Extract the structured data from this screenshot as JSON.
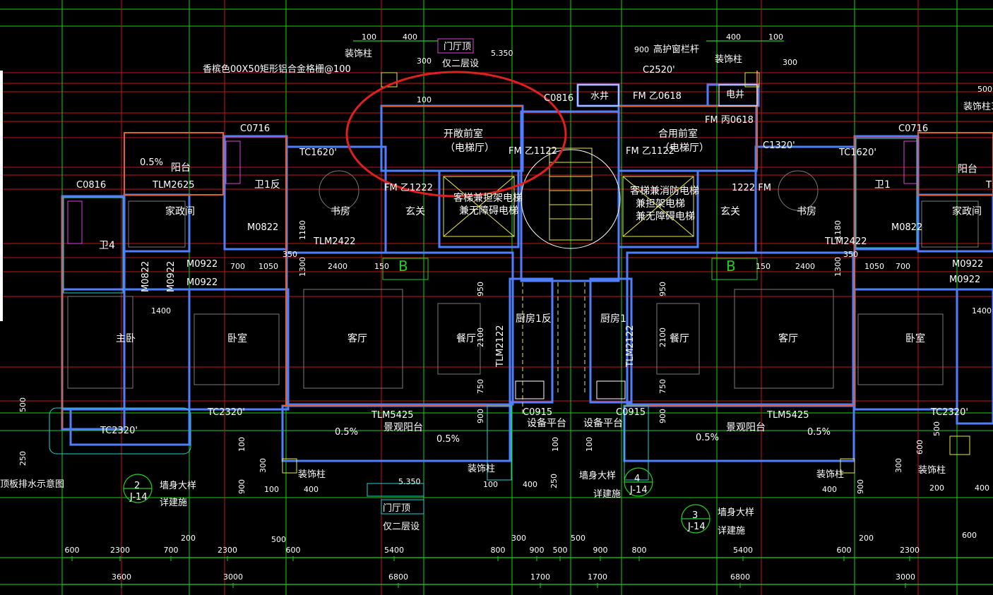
{
  "colors": {
    "background": "#000000",
    "wall_outline": "#4f7fff",
    "grid_green": "#16d016",
    "grid_red": "#c81414",
    "dimension_text": "#ffffff",
    "label_yellow": "#ffff66",
    "annotation_red": "#e02020",
    "elevator_box": "#ffff66"
  },
  "top_labels": {
    "dim_100_a": "100",
    "dim_400_a": "400",
    "decor_column_tl": "装饰柱",
    "canopy_top": "门厅顶",
    "level_top": "5.350",
    "second_floor_only_top": "仅二层设",
    "dim_300_top": "300",
    "material_note": "香槟色00X50",
    "grille_note": "矩形铝合金格栅@100",
    "dim_100_b": "100",
    "c0816_top": "C0816",
    "water_well": "水井",
    "fm_z0618": "FM 乙0618",
    "guard_rail_900": "900",
    "guard_rail": "高护窗栏杆",
    "window_c2520": "C2520'",
    "dim_400_b": "400",
    "dim_100_c": "100",
    "decor_column_tr": "装饰柱",
    "dim_300_tr": "300",
    "electric_well": "电井",
    "fm_c0618": "FM 丙0618",
    "c1320": "C1320'",
    "dim_500_r": "500",
    "decor_column_r": "装饰柱3"
  },
  "rooms": {
    "open_lobby": "开敞前室",
    "open_lobby_sub": "（电梯厅）",
    "shared_lobby": "合用前室",
    "shared_lobby_sub": "（电梯厅）",
    "fm_z1122_l": "FM 乙1122",
    "fm_z1122_r": "FM 乙1122",
    "fm_z1222_l": "FM 乙1222",
    "fm_1222_r": "1222 FM",
    "elev_l_1": "客梯兼担架电梯",
    "elev_l_2": "兼无障碍电梯",
    "elev_r_1": "客梯兼消防电梯",
    "elev_r_2": "兼担架电梯",
    "elev_r_3": "兼无障碍电梯",
    "foyer_l": "玄关",
    "foyer_r": "玄关",
    "study_l": "书房",
    "study_r": "书房",
    "bath1_rev": "卫1反",
    "bath1": "卫1",
    "bath4": "卫4",
    "domestic_l": "家政间",
    "domestic_r": "家政间",
    "balcony_l": "阳台",
    "balcony_r": "阳台",
    "master_bed": "主卧",
    "bed_l": "卧室",
    "bed_r": "卧室",
    "living_l": "客厅",
    "living_r": "客厅",
    "dining_l": "餐厅",
    "dining_r": "餐厅",
    "kitchen1_rev": "厨房1反",
    "kitchen1": "厨房1",
    "landscape_balcony_l": "景观阳台",
    "landscape_balcony_r": "景观阳台",
    "equip_platform_l": "设备平台",
    "equip_platform_r": "设备平台",
    "unit_b_l": "B",
    "unit_b_r": "B"
  },
  "windows": {
    "c0716_l": "C0716",
    "c0716_r": "C0716",
    "tc1620_l": "TC1620'",
    "tc1620_r": "TC1620'",
    "tlm2625": "TLM2625",
    "c0816_l": "C0816",
    "m0822_l": "M0822",
    "m0822_r": "M0822",
    "tlm2422_l": "TLM2422",
    "tlm2422_r": "TLM2422",
    "m0922_a": "M0922",
    "m0922_b": "M0922",
    "m0822_v": "M0822",
    "m0922_v": "M0922",
    "m0922_r1": "M0922",
    "m0922_r2": "M0922",
    "tlm2122_l": "TLM2122",
    "tlm2122_r": "TLM2122",
    "tc2320_l": "TC2320'",
    "tc2320_l2": "TC2320'",
    "tc2320_r": "TC2320'",
    "tlm5425_l": "TLM5425",
    "tlm5425_r": "TLM5425",
    "c0915_l": "C0915",
    "c0915_r": "C0915",
    "slope_05": "0.5%",
    "tick_t": "T"
  },
  "mid_dims": {
    "d350_l": "350",
    "d1180_l": "1180",
    "d700_l": "700",
    "d1050_l": "1050",
    "d1300_l": "1300",
    "d2400_l": "2400",
    "d150_l": "150",
    "d1400_l": "1400",
    "d950_l": "950",
    "d2100_l": "2100",
    "d750_l": "750",
    "d950_r": "950",
    "d2100_r": "2100",
    "d750_r": "750",
    "d150_r": "150",
    "d2400_r": "2400",
    "d1300_r": "1300",
    "d1050_r": "1050",
    "d700_r": "700",
    "d350_r": "350",
    "d1180_r": "1180",
    "d1400_r": "1400",
    "d500_l": "500",
    "d900_l": "900",
    "d900_r": "900",
    "d100_l": "100",
    "d100_r": "100",
    "d500_r2": "500",
    "d600_r": "600"
  },
  "bottom_labels": {
    "drain_note": "顶板排水示意图",
    "d250": "250",
    "marker_2": "2",
    "marker_2_sub": "J-14",
    "big_column_2": "墙身大样",
    "detail_2": "详建施",
    "d100_b": "100",
    "d300_b": "300",
    "d900_b": "900",
    "d100_b2": "100",
    "decor_column_bl": "装饰柱",
    "d400_bl": "400",
    "level_bottom": "5.350",
    "canopy_bottom": "门厅顶",
    "second_floor_only_bottom": "仅二层设",
    "decor_column_bm": "装饰柱",
    "d100_bm": "100",
    "d400_bm": "400",
    "d250_bm": "250",
    "big_column_4": "墙身大样",
    "detail_4": "详建施",
    "marker_4": "4",
    "marker_4_sub": "J-14",
    "marker_3": "3",
    "marker_3_sub": "J-14",
    "big_column_3": "墙身大样",
    "detail_3": "详建施",
    "decor_column_br": "装饰柱",
    "d400_br": "400",
    "d900_br": "900",
    "d300_br": "300",
    "decor_column_br2": "装饰柱",
    "d200_br": "200",
    "d400_br2": "400",
    "d200_b": "200",
    "d500_b": "500",
    "d300_bm": "300",
    "d500_bm": "500",
    "d200_br3": "200",
    "d600_b": "600"
  },
  "dim_row1": [
    "600",
    "2300",
    "700",
    "2300",
    "600",
    "5400",
    "800",
    "900",
    "500",
    "900",
    "800",
    "5400",
    "600",
    "2300"
  ],
  "dim_row2": [
    "3600",
    "3000",
    "6800",
    "1700",
    "1700",
    "6800",
    "3000"
  ],
  "annotation": {
    "circle_color": "#e02020",
    "highlighted": "开敞前室"
  }
}
